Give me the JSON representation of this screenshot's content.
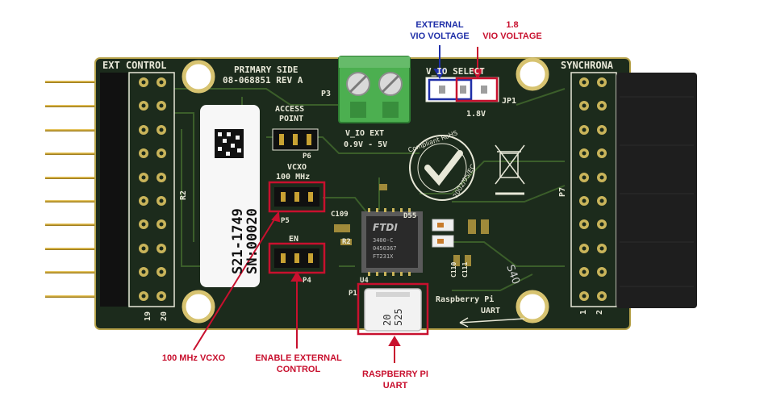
{
  "colors": {
    "pcb": "#1c2b1c",
    "trace": "#3a5a28",
    "silk": "#e8e8d8",
    "pad": "#c9b45a",
    "callout_red": "#c8102e",
    "callout_blue": "#1f2fa8",
    "terminal_green": "#4caf50"
  },
  "callouts": {
    "external_vio": [
      "EXTERNAL",
      "VIO VOLTAGE"
    ],
    "vio_18": [
      "1.8",
      "VIO VOLTAGE"
    ],
    "vcxo": "100 MHz VCXO",
    "enable_ext": [
      "ENABLE EXTERNAL",
      "CONTROL"
    ],
    "rpi_uart": [
      "RASPBERRY PI",
      "UART"
    ]
  },
  "silkscreen": {
    "ext_control": "EXT CONTROL",
    "synchrona": "SYNCHRONA",
    "primary_side": "PRIMARY SIDE",
    "part_rev": "08-068851 REV A",
    "access_point": [
      "ACCESS",
      "POINT"
    ],
    "vcxo_label": "VCXO",
    "vcxo_freq": "100 MHz",
    "en_label": "EN",
    "vio_select": "V_IO SELECT",
    "vio_ext": "V_IO EXT",
    "vio_range": "0.9V - 5V",
    "v18": "1.8V",
    "rpi_silk": [
      "Raspberry Pi",
      "UART"
    ],
    "refs": {
      "p3": "P3",
      "p4": "P4",
      "p5": "P5",
      "p6": "P6",
      "p7": "P7",
      "p1": "P1",
      "u4": "U4",
      "jp1": "JP1",
      "r2": "R2",
      "c109": "C109",
      "c110": "C110",
      "c111": "C111",
      "d55": "D55"
    },
    "pin_19": "19",
    "pin_20": "20",
    "pin_1": "1",
    "pin_2": "2",
    "usb_code": [
      "20",
      "525"
    ]
  },
  "sticker": {
    "model": "S21-1749",
    "serial": "SN:00020"
  },
  "chip": {
    "brand": "FTDI",
    "lines": [
      "3400-C",
      "0450367",
      "FT231X"
    ]
  },
  "rohs": [
    "Compliant RoHS",
    "2002/95/EC"
  ],
  "marker": "S40"
}
